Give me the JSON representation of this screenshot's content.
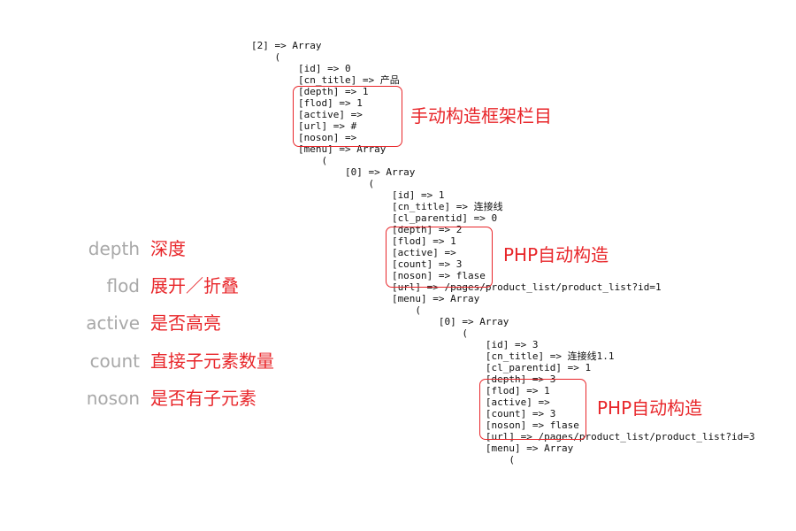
{
  "code_lines": [
    "[2] => Array",
    "    (",
    "        [id] => 0",
    "        [cn_title] => 产品",
    "        [depth] => 1",
    "        [flod] => 1",
    "        [active] =>",
    "        [url] => #",
    "        [noson] =>",
    "        [menu] => Array",
    "            (",
    "                [0] => Array",
    "                    (",
    "                        [id] => 1",
    "                        [cn_title] => 连接线",
    "                        [cl_parentid] => 0",
    "                        [depth] => 2",
    "                        [flod] => 1",
    "                        [active] =>",
    "                        [count] => 3",
    "                        [noson] => flase",
    "                        [url] => /pages/product_list/product_list?id=1",
    "                        [menu] => Array",
    "                            (",
    "                                [0] => Array",
    "                                    (",
    "                                        [id] => 3",
    "                                        [cn_title] => 连接线1.1",
    "                                        [cl_parentid] => 1",
    "                                        [depth] => 3",
    "                                        [flod] => 1",
    "                                        [active] =>",
    "                                        [count] => 3",
    "                                        [noson] => flase",
    "                                        [url] => /pages/product_list/product_list?id=3",
    "                                        [menu] => Array",
    "                                            ("
  ],
  "annotations": {
    "manual": "手动构造框架栏目",
    "php_auto_1": "PHP自动构造",
    "php_auto_2": "PHP自动构造"
  },
  "legend": [
    {
      "term": "depth",
      "desc": "深度"
    },
    {
      "term": "flod",
      "desc": "展开／折叠"
    },
    {
      "term": "active",
      "desc": "是否高亮"
    },
    {
      "term": "count",
      "desc": "直接子元素数量"
    },
    {
      "term": "noson",
      "desc": "是否有子元素"
    }
  ],
  "colors": {
    "highlight": "#e8262a",
    "legend_term": "#a8a8a8",
    "code_text": "#111111"
  }
}
